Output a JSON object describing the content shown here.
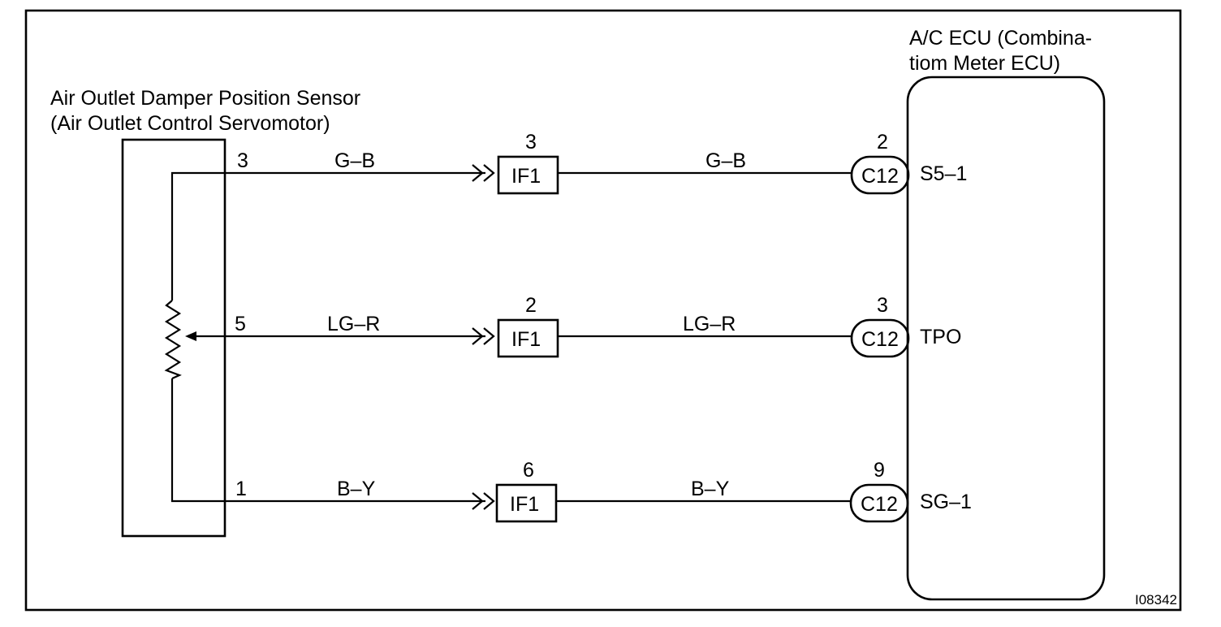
{
  "sensor": {
    "title_line1": "Air Outlet Damper Position Sensor",
    "title_line2": "(Air Outlet Control Servomotor)"
  },
  "ecu": {
    "title_line1": "A/C ECU (Combina-",
    "title_line2": "tiom Meter ECU)"
  },
  "wires": [
    {
      "sensor_pin": "3",
      "color_left": "G–B",
      "junction_pin": "3",
      "junction": "IF1",
      "color_right": "G–B",
      "ecu_pin": "2",
      "ecu_connector": "C12",
      "ecu_terminal": "S5–1"
    },
    {
      "sensor_pin": "5",
      "color_left": "LG–R",
      "junction_pin": "2",
      "junction": "IF1",
      "color_right": "LG–R",
      "ecu_pin": "3",
      "ecu_connector": "C12",
      "ecu_terminal": "TPO"
    },
    {
      "sensor_pin": "1",
      "color_left": "B–Y",
      "junction_pin": "6",
      "junction": "IF1",
      "color_right": "B–Y",
      "ecu_pin": "9",
      "ecu_connector": "C12",
      "ecu_terminal": "SG–1"
    }
  ],
  "figure_id": "I08342"
}
